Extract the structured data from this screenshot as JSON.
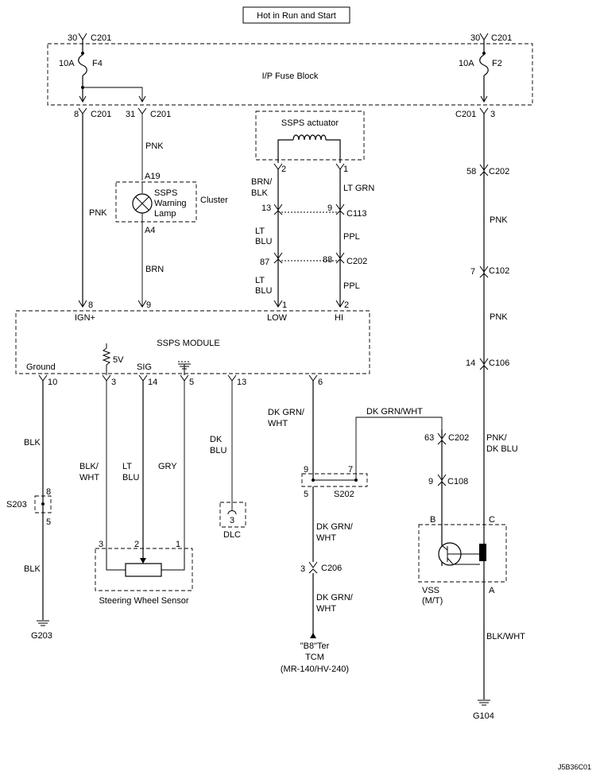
{
  "title": "Hot in Run and Start",
  "doc_code": "J5B36C01",
  "fuse_block": {
    "label": "I/P Fuse Block",
    "f4": {
      "pin_in": "30",
      "conn_in": "C201",
      "amps": "10A",
      "name": "F4"
    },
    "f2": {
      "pin_in": "30",
      "conn_in": "C201",
      "amps": "10A",
      "name": "F2"
    },
    "out_f4_a": {
      "pin": "8",
      "conn": "C201"
    },
    "out_f4_b": {
      "pin": "31",
      "conn": "C201"
    },
    "out_f2": {
      "conn": "C201",
      "pin": "3"
    }
  },
  "actuator": {
    "label": "SSPS actuator",
    "pin_left": "2",
    "pin_right": "1"
  },
  "cluster": {
    "label": "Cluster",
    "lamp_line1": "SSPS",
    "lamp_line2": "Warning",
    "lamp_line3": "Lamp",
    "pin_top": "A19",
    "pin_bottom": "A4"
  },
  "connectors": {
    "c113": {
      "name": "C113",
      "pin_left": "13",
      "pin_right": "9"
    },
    "c202_a": {
      "name": "C202",
      "pin_left": "87",
      "pin_right": "88"
    },
    "c202_b": {
      "name": "C202",
      "pin": "58"
    },
    "c102": {
      "name": "C102",
      "pin": "7"
    },
    "c106": {
      "name": "C106",
      "pin": "14"
    },
    "c202_c": {
      "name": "C202",
      "pin": "63"
    },
    "c108": {
      "name": "C108",
      "pin": "9"
    },
    "c206": {
      "name": "C206",
      "pin": "3"
    }
  },
  "wires": {
    "pnk_cluster": "PNK",
    "pnk_main": "PNK",
    "brn": "BRN",
    "brn_blk_1": "BRN/",
    "brn_blk_2": "BLK",
    "lt_grn": "LT GRN",
    "lt_blu_a1": "LT",
    "lt_blu_a2": "BLU",
    "ppl_a": "PPL",
    "lt_blu_b1": "LT",
    "lt_blu_b2": "BLU",
    "ppl_b": "PPL",
    "pnk_right_1": "PNK",
    "pnk_right_2": "PNK",
    "pnk_dkblu_1": "PNK/",
    "pnk_dkblu_2": "DK BLU",
    "blk_1": "BLK",
    "blk_2": "BLK",
    "blk_wht_1": "BLK/",
    "blk_wht_2": "WHT",
    "lt_blu_sig_1": "LT",
    "lt_blu_sig_2": "BLU",
    "gry": "GRY",
    "dk_blu_1": "DK",
    "dk_blu_2": "BLU",
    "dkgrn_wht_a1": "DK GRN/",
    "dkgrn_wht_a2": "WHT",
    "dkgrn_wht_h": "DK GRN/WHT",
    "dkgrn_wht_b1": "DK GRN/",
    "dkgrn_wht_b2": "WHT",
    "dkgrn_wht_c1": "DK GRN/",
    "dkgrn_wht_c2": "WHT",
    "blk_wht_r": "BLK/WHT"
  },
  "module": {
    "label": "SSPS MODULE",
    "pin_ign": "8",
    "label_ign": "IGN+",
    "pin_9": "9",
    "pin_low": "1",
    "label_low": "LOW",
    "pin_hi": "2",
    "label_hi": "HI",
    "label_ground": "Ground",
    "pin_10": "10",
    "label_5v": "5V",
    "pin_3": "3",
    "label_sig": "SIG",
    "pin_14": "14",
    "pin_5": "5",
    "pin_13": "13",
    "pin_6": "6"
  },
  "splices": {
    "s203": {
      "name": "S203",
      "pin_top": "8",
      "pin_bottom": "5"
    },
    "s202": {
      "name": "S202",
      "pin_left_top": "9",
      "pin_right_top": "7",
      "pin_left_bottom": "5"
    }
  },
  "dlc": {
    "label": "DLC",
    "pin": "3"
  },
  "sensor": {
    "label": "Steering Wheel Sensor",
    "pin_1": "3",
    "pin_2": "2",
    "pin_3": "1"
  },
  "grounds": {
    "g203": "G203",
    "g104": "G104"
  },
  "tcm": {
    "line1": "\"B8\"Ter",
    "line2": "TCM",
    "line3": "(MR-140/HV-240)"
  },
  "vss": {
    "line1": "VSS",
    "line2": "(M/T)",
    "pin_b": "B",
    "pin_c": "C",
    "pin_a": "A"
  }
}
